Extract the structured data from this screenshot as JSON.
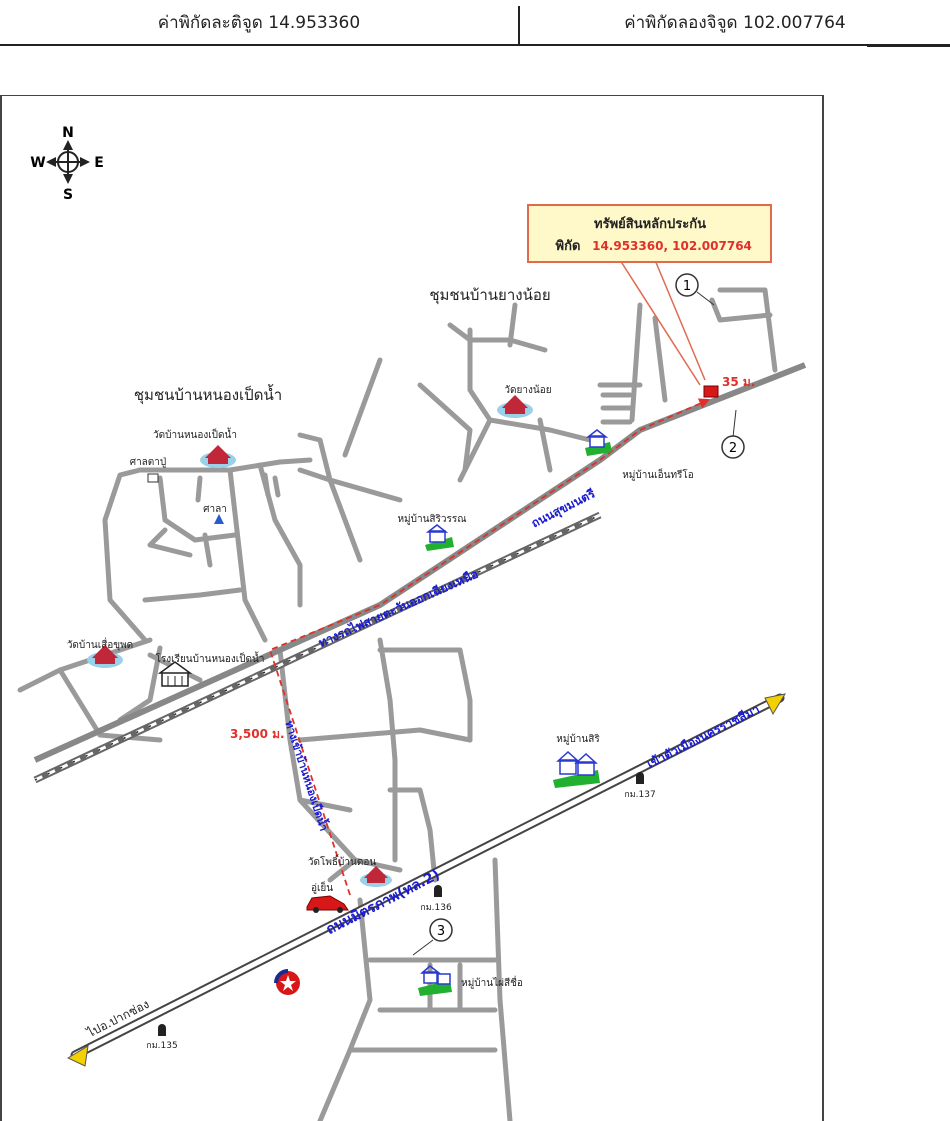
{
  "header": {
    "latitude_label": "ค่าพิกัดละติจูด 14.953360",
    "longitude_label": "ค่าพิกัดลองจิจูด 102.007764"
  },
  "compass": {
    "n": "N",
    "s": "S",
    "e": "E",
    "w": "W"
  },
  "callout": {
    "title": "ทรัพย์สินหลักประกัน",
    "coord_prefix": "พิกัด",
    "coord_value": "14.953360, 102.007764"
  },
  "places": {
    "community_yang_noi": "ชุมชนบ้านยางน้อย",
    "community_nong_ped_nam": "ชุมชนบ้านหนองเป็ดน้ำ",
    "wat_yang_noi": "วัดยางน้อย",
    "wat_nong_ped_nam": "วัดบ้านหนองเป็ดน้ำ",
    "sala_ta_pu": "ศาลตาปู่",
    "sala": "ศาลา",
    "village_siriwan": "หมู่บ้านสิริวรรณ",
    "village_elfin_tree": "หมู่บ้านเอ็นทรีโอ",
    "wat_suea_khup": "วัดบ้านเสื่อขุพด",
    "school_nong_ped_nam": "โรงเรียนบ้านหนองเป็ดน้ำ",
    "village_siri": "หมู่บ้านสิริ",
    "wat_ban_don": "วัดโพธิ์บ้านดอน",
    "garage": "อู่เย็น",
    "village_pai_see_ma": "หมู่บ้านไผ่สีชื่อ"
  },
  "roads": {
    "mittraphap": "ถนนมิตรภาพ(ทล.2)",
    "railway": "ทางรถไฟสายตะวันออกเฉียงเหนือ",
    "sukhumwin": "ถนนสุขมนตรี",
    "nong_ped_road": "ทางเข้าบ้านหนองเป็ดน้ำ",
    "to_korat": "เข้าตัวเมืองนครราชสีมา",
    "to_pak_chong": "ไปอ.ปากช่อง",
    "km137": "กม.137",
    "km136": "กม.136",
    "km135": "กม.135"
  },
  "distances": {
    "d35": "35 ม.",
    "d3500": "3,500 ม."
  },
  "markers": [
    "1",
    "2",
    "3"
  ],
  "colors": {
    "road": "#9a9a9a",
    "route": "#e0302a",
    "road_label": "#1a1ad0",
    "callout_bg": "#fff8c8",
    "callout_border": "#e06a50"
  }
}
